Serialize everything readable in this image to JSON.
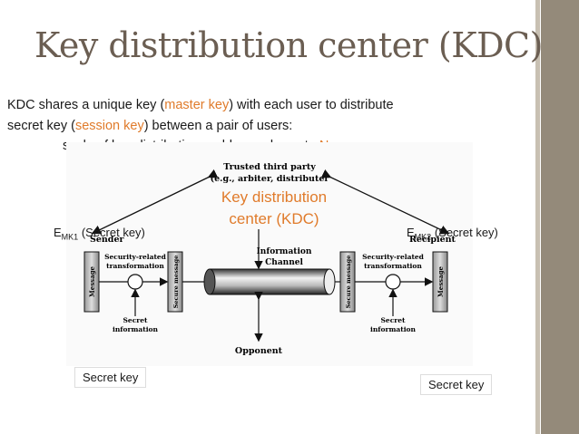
{
  "title": "Key distribution center (KDC)",
  "text": {
    "line1_a": "KDC shares a unique key (",
    "line1_b": "master key",
    "line1_c": ") with each user to distribute",
    "line2_a": "secret key (",
    "line2_b": "session key",
    "line2_c": ") between a pair of users:",
    "line3_a": "scale of key distribution problem reduces to ",
    "line3_b": "N"
  },
  "diagram": {
    "trusted_line1": "Trusted third party",
    "trusted_line2": "(e.g., arbiter, distributer",
    "sender": "Sender",
    "recipient": "Recipient",
    "srt_label_1": "Security-related",
    "srt_label_2": "transformation",
    "message": "Message",
    "secure_message": "Secure message",
    "channel_1": "Information",
    "channel_2": "Channel",
    "secret_info_1": "Secret",
    "secret_info_2": "information",
    "opponent": "Opponent"
  },
  "overlay": {
    "kdc_line1": "Key distribution",
    "kdc_line2": "center (KDC)",
    "emk1_prefix": "E",
    "emk1_sub": "MK1",
    "emk1_suffix": "(Secret key)",
    "emk2_prefix": "E",
    "emk2_sub": "MK2",
    "emk2_suffix": "(Secret key)",
    "secret_key_left": "Secret key",
    "secret_key_right": "Secret key"
  },
  "colors": {
    "accent": "#e07b2b",
    "title": "#6b5e52",
    "sidebar": "#948a7a"
  }
}
